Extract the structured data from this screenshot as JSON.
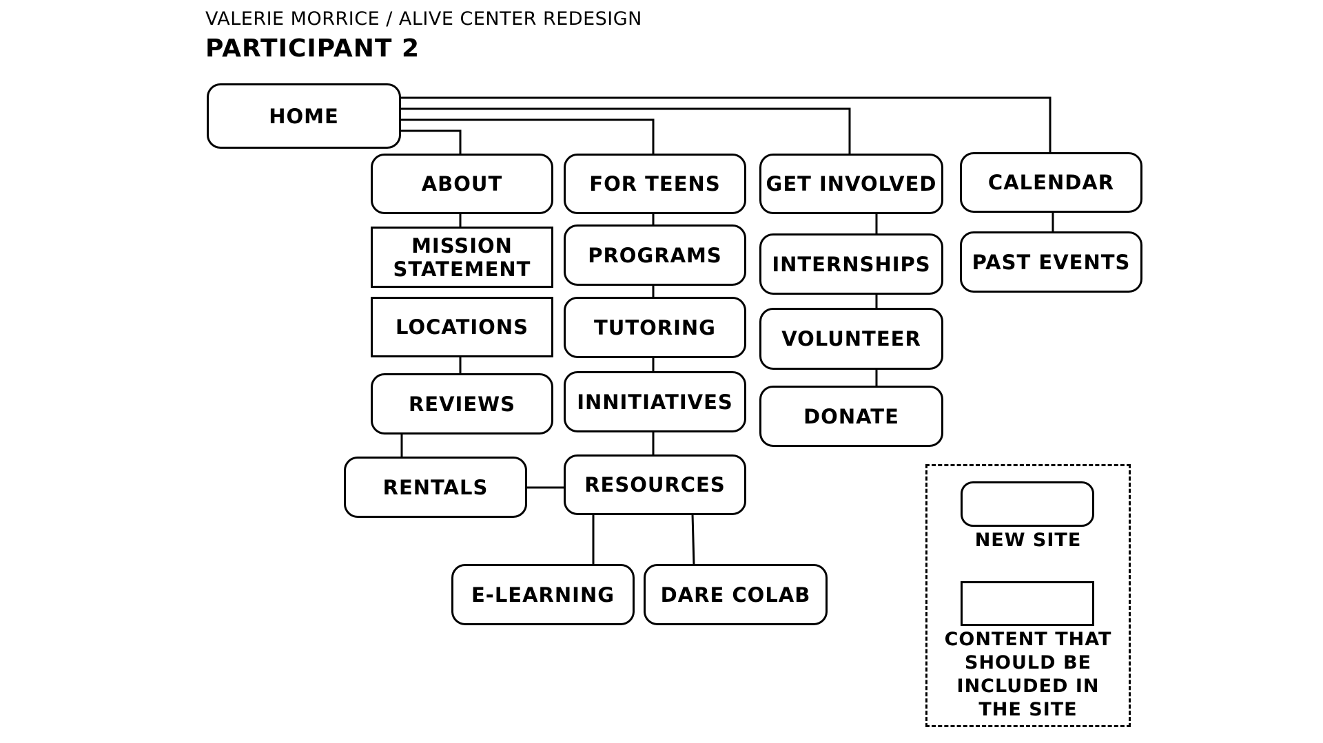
{
  "header": {
    "subtitle": "VALERIE MORRICE / ALIVE CENTER REDESIGN",
    "title": "PARTICIPANT 2"
  },
  "nodes": {
    "home": "HOME",
    "about": "ABOUT",
    "mission_statement": "MISSION STATEMENT",
    "locations": "LOCATIONS",
    "reviews": "REVIEWS",
    "rentals": "RENTALS",
    "for_teens": "FOR TEENS",
    "programs": "PROGRAMS",
    "tutoring": "TUTORING",
    "innitiatives": "INNITIATIVES",
    "resources": "RESOURCES",
    "e_learning": "E-LEARNING",
    "dare_colab": "DARE COLAB",
    "get_involved": "GET INVOLVED",
    "internships": "INTERNSHIPS",
    "volunteer": "VOLUNTEER",
    "donate": "DONATE",
    "calendar": "CALENDAR",
    "past_events": "PAST EVENTS"
  },
  "legend": {
    "new_site": "NEW SITE",
    "content": "CONTENT THAT SHOULD BE INCLUDED IN THE SITE"
  }
}
